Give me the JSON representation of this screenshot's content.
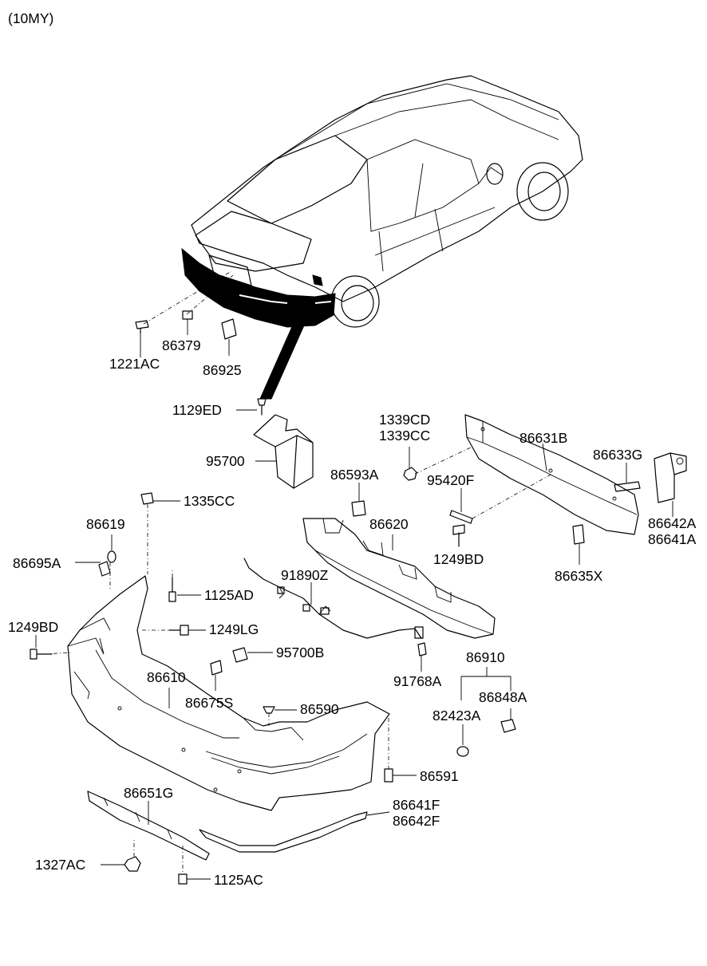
{
  "header": {
    "model_year": "(10MY)"
  },
  "labels": {
    "p1221AC": "1221AC",
    "p86379": "86379",
    "p86925": "86925",
    "p1129ED": "1129ED",
    "p95700": "95700",
    "p1339CD": "1339CD",
    "p1339CC": "1339CC",
    "p86631B": "86631B",
    "p86633G": "86633G",
    "p86642A": "86642A",
    "p86641A": "86641A",
    "p86593A": "86593A",
    "p95420F": "95420F",
    "p86620": "86620",
    "p1249BD_r": "1249BD",
    "p86635X": "86635X",
    "p1335CC": "1335CC",
    "p86619": "86619",
    "p86695A": "86695A",
    "p91890Z": "91890Z",
    "p1125AD": "1125AD",
    "p1249BD_l": "1249BD",
    "p1249LG": "1249LG",
    "p95700B": "95700B",
    "p91768A": "91768A",
    "p86910": "86910",
    "p86610": "86610",
    "p86848A": "86848A",
    "p86675S": "86675S",
    "p86590": "86590",
    "p82423A": "82423A",
    "p86591": "86591",
    "p86651G": "86651G",
    "p86641F": "86641F",
    "p86642F": "86642F",
    "p1327AC": "1327AC",
    "p1125AC": "1125AC"
  }
}
